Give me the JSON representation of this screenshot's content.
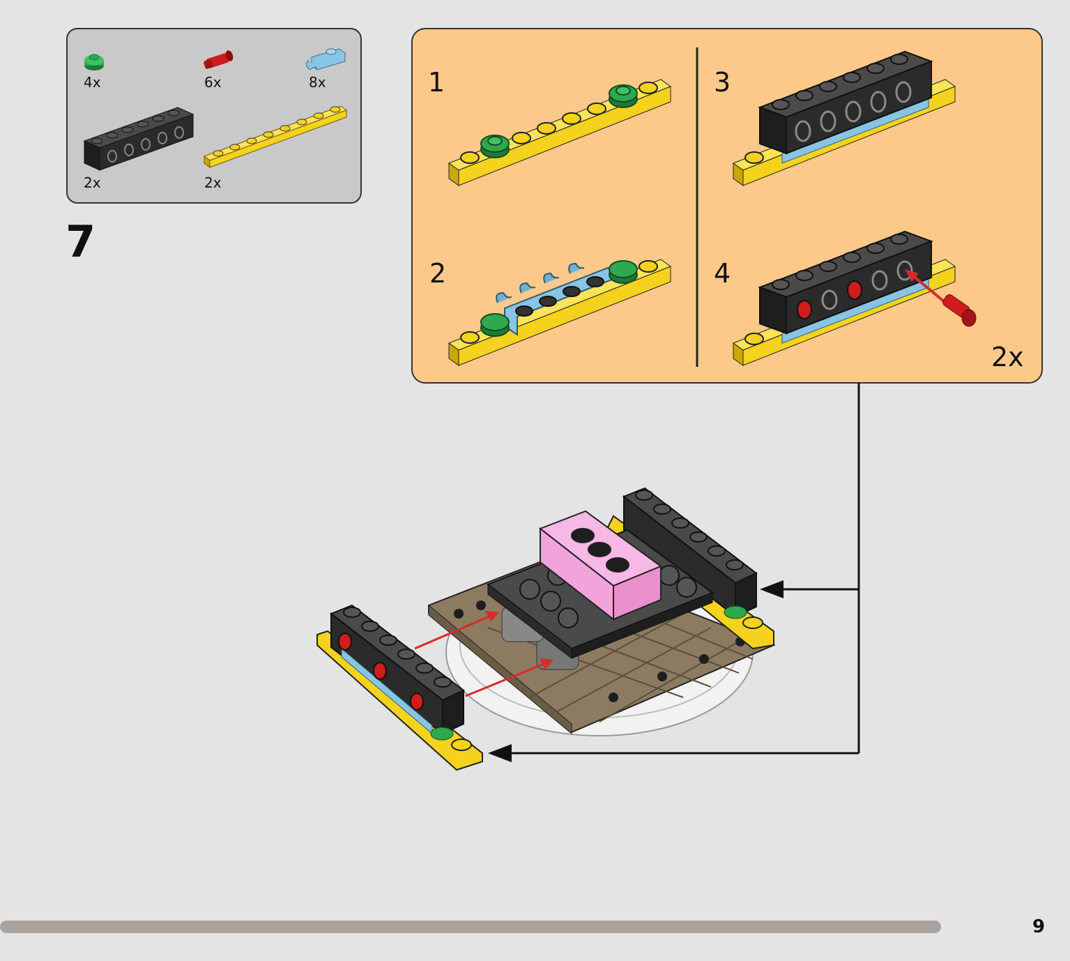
{
  "parts_list": [
    {
      "name": "green-round-plate",
      "qty": "4x",
      "color": "#2fa84f"
    },
    {
      "name": "red-pin",
      "qty": "6x",
      "color": "#d01c1c"
    },
    {
      "name": "light-blue-clip-plate",
      "qty": "8x",
      "color": "#88c4e4"
    },
    {
      "name": "black-technic-brick",
      "qty": "2x",
      "color": "#2b2b2b"
    },
    {
      "name": "yellow-plate",
      "qty": "2x",
      "color": "#f5d21e"
    }
  ],
  "step": {
    "number": "7"
  },
  "substeps": [
    {
      "number": "1"
    },
    {
      "number": "2"
    },
    {
      "number": "3"
    },
    {
      "number": "4"
    }
  ],
  "substep_multiplier": "2x",
  "page": {
    "number": "9",
    "progress": 0.94
  },
  "colors": {
    "background": "#e4e4e4",
    "parts_box": "#c9c9c9",
    "subassembly_panel": "#fcc98a",
    "arrow_red": "#d82a2a",
    "progress_bar": "#a8a39f"
  }
}
